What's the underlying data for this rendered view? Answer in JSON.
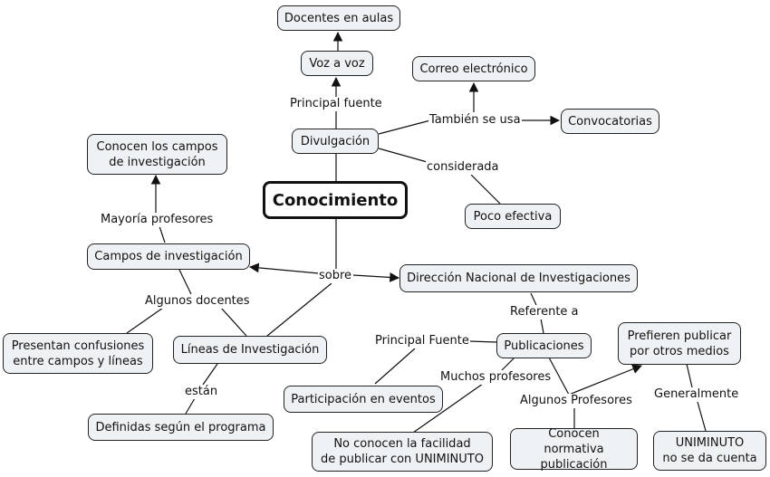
{
  "nodes": {
    "conocimiento": "Conocimiento",
    "divulgacion": "Divulgación",
    "voz_a_voz": "Voz a voz",
    "docentes_aulas": "Docentes en aulas",
    "correo": "Correo electrónico",
    "convocatorias": "Convocatorias",
    "poco_efectiva": "Poco efectiva",
    "conocen_campos": "Conocen los campos\nde investigación",
    "campos": "Campos de investigación",
    "direccion": "Dirección Nacional de Investigaciones",
    "presentan": "Presentan confusiones\nentre campos y líneas",
    "lineas": "Líneas de Investigación",
    "definidas": "Definidas según el programa",
    "participacion": "Participación en eventos",
    "publicaciones": "Publicaciones",
    "prefieren": "Prefieren publicar\npor otros medios",
    "no_conocen": "No conocen la facilidad\nde publicar con UNIMINUTO",
    "conocen_normativa": "Conocen normativa\npublicación",
    "uniminuto": "UNIMINUTO\nno se da cuenta"
  },
  "labels": {
    "principal_fuente": "Principal fuente",
    "tambien": "También se usa",
    "considerada": "considerada",
    "mayoria": "Mayoría profesores",
    "sobre": "sobre",
    "algunos_docentes": "Algunos docentes",
    "referente": "Referente a",
    "principal_fuente2": "Principal Fuente",
    "estan": "están",
    "muchos": "Muchos profesores",
    "algunos_prof": "Algunos Profesores",
    "generalmente": "Generalmente"
  }
}
